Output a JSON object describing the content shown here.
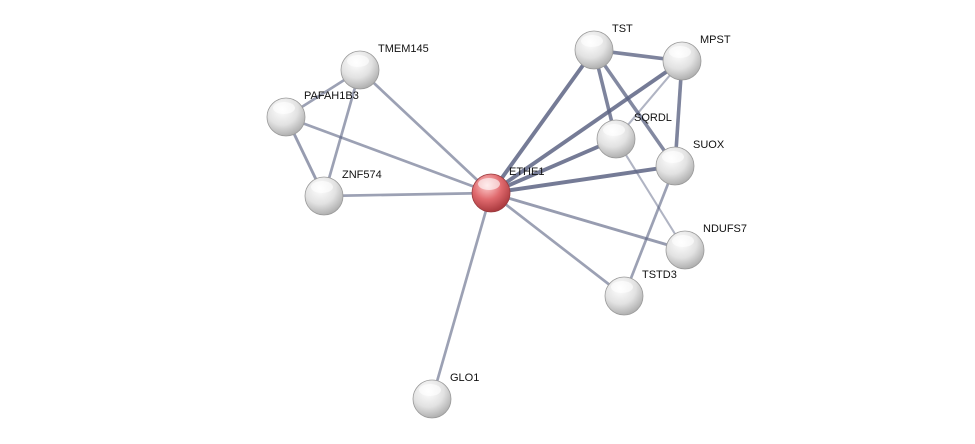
{
  "network": {
    "colors": {
      "query_node": "#d9555a",
      "node": "#dcdcdc",
      "edge": "#5a6282"
    },
    "nodes": [
      {
        "id": "TMEM145",
        "query": false
      },
      {
        "id": "PAFAH1B3",
        "query": false
      },
      {
        "id": "ZNF574",
        "query": false
      },
      {
        "id": "ETHE1",
        "query": true
      },
      {
        "id": "TST",
        "query": false
      },
      {
        "id": "MPST",
        "query": false
      },
      {
        "id": "SQRDL",
        "query": false
      },
      {
        "id": "SUOX",
        "query": false
      },
      {
        "id": "NDUFS7",
        "query": false
      },
      {
        "id": "TSTD3",
        "query": false
      },
      {
        "id": "GLO1",
        "query": false
      }
    ],
    "edges": [
      {
        "a": "TMEM145",
        "b": "PAFAH1B3",
        "confidence": 0.5
      },
      {
        "a": "TMEM145",
        "b": "ZNF574",
        "confidence": 0.5
      },
      {
        "a": "TMEM145",
        "b": "ETHE1",
        "confidence": 0.5
      },
      {
        "a": "PAFAH1B3",
        "b": "ZNF574",
        "confidence": 0.55
      },
      {
        "a": "PAFAH1B3",
        "b": "ETHE1",
        "confidence": 0.5
      },
      {
        "a": "ZNF574",
        "b": "ETHE1",
        "confidence": 0.5
      },
      {
        "a": "ETHE1",
        "b": "TST",
        "confidence": 0.9
      },
      {
        "a": "ETHE1",
        "b": "MPST",
        "confidence": 0.9
      },
      {
        "a": "ETHE1",
        "b": "SQRDL",
        "confidence": 0.9
      },
      {
        "a": "ETHE1",
        "b": "SUOX",
        "confidence": 0.9
      },
      {
        "a": "ETHE1",
        "b": "NDUFS7",
        "confidence": 0.55
      },
      {
        "a": "ETHE1",
        "b": "TSTD3",
        "confidence": 0.5
      },
      {
        "a": "ETHE1",
        "b": "GLO1",
        "confidence": 0.5
      },
      {
        "a": "TST",
        "b": "MPST",
        "confidence": 0.8
      },
      {
        "a": "TST",
        "b": "SQRDL",
        "confidence": 0.8
      },
      {
        "a": "TST",
        "b": "SUOX",
        "confidence": 0.75
      },
      {
        "a": "MPST",
        "b": "SUOX",
        "confidence": 0.8
      },
      {
        "a": "MPST",
        "b": "SQRDL",
        "confidence": 0.3
      },
      {
        "a": "SQRDL",
        "b": "NDUFS7",
        "confidence": 0.3
      },
      {
        "a": "SUOX",
        "b": "TSTD3",
        "confidence": 0.5
      }
    ]
  }
}
